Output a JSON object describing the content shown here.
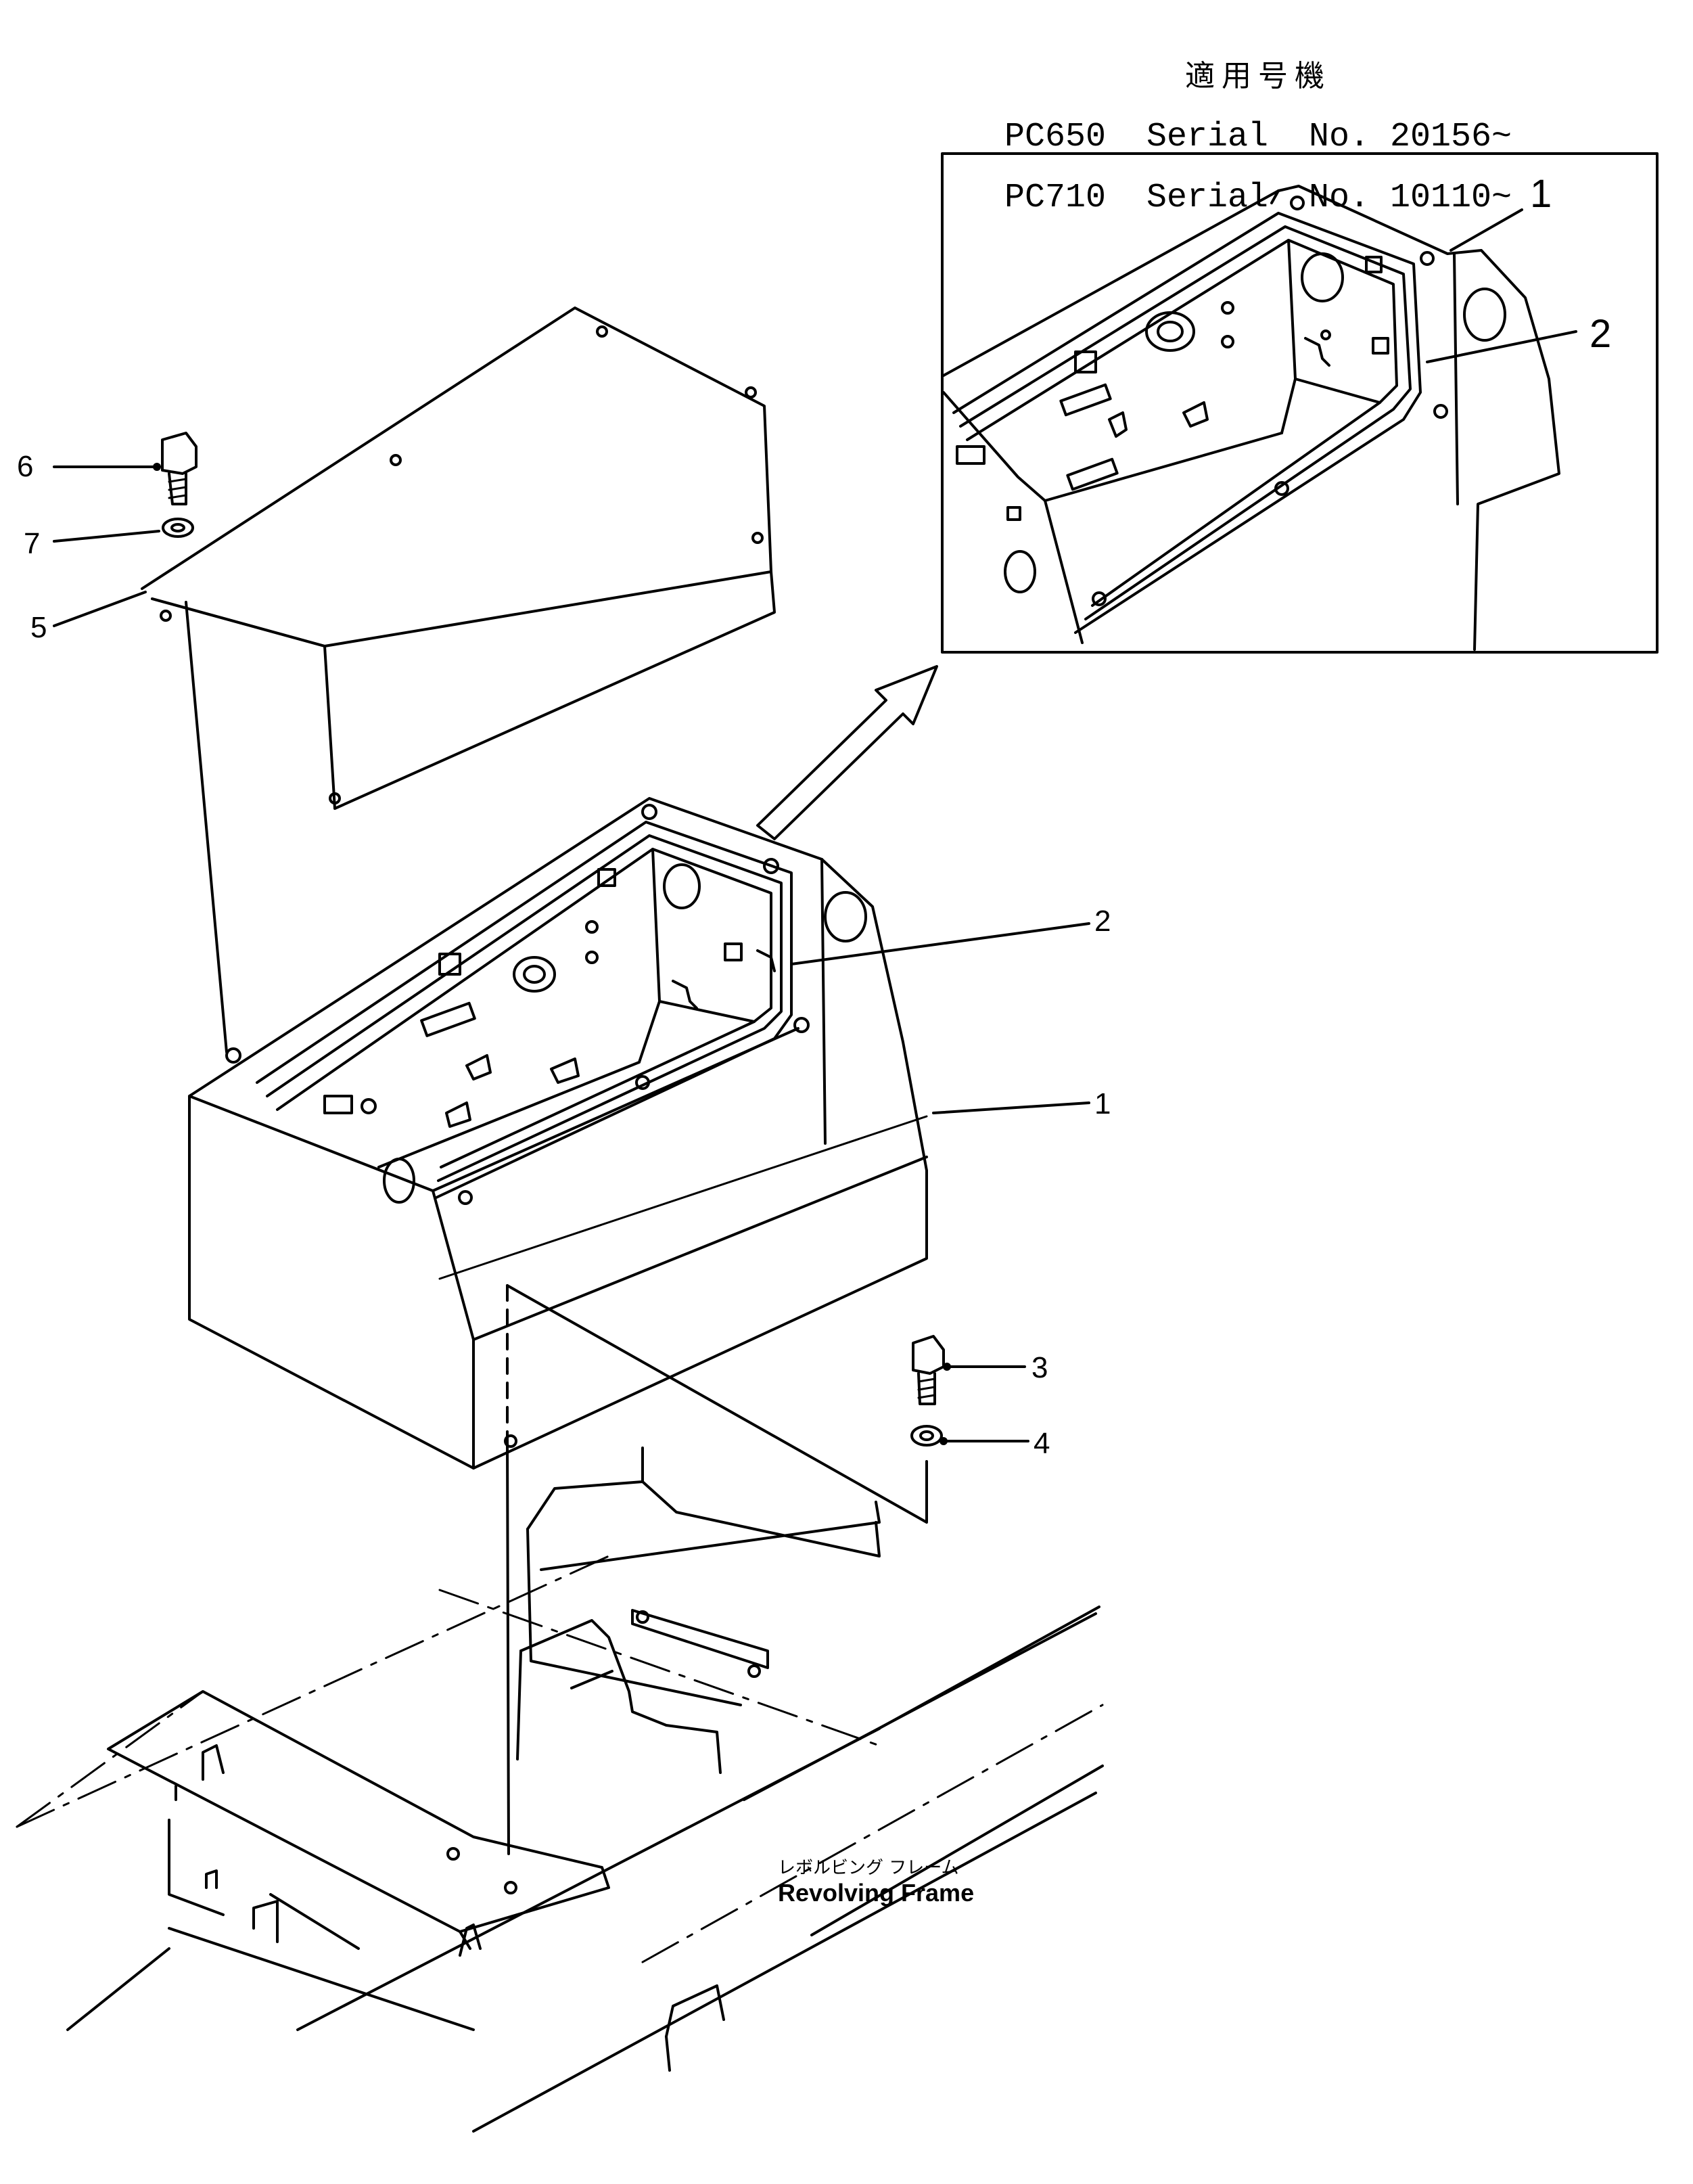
{
  "applicability": {
    "heading": "適用号機",
    "rows": [
      "PC650  Serial  No. 20156~",
      "PC710  Serial  No. 10110~"
    ]
  },
  "callouts": {
    "main": [
      {
        "id": "6",
        "label": "6"
      },
      {
        "id": "7",
        "label": "7"
      },
      {
        "id": "5",
        "label": "5"
      },
      {
        "id": "2",
        "label": "2"
      },
      {
        "id": "1",
        "label": "1"
      },
      {
        "id": "3",
        "label": "3"
      },
      {
        "id": "4",
        "label": "4"
      }
    ],
    "detail": [
      {
        "id": "1",
        "label": "1"
      },
      {
        "id": "2",
        "label": "2"
      }
    ]
  },
  "frame_label": {
    "japanese": "レボルビング フレーム",
    "english": "Revolving Frame"
  }
}
